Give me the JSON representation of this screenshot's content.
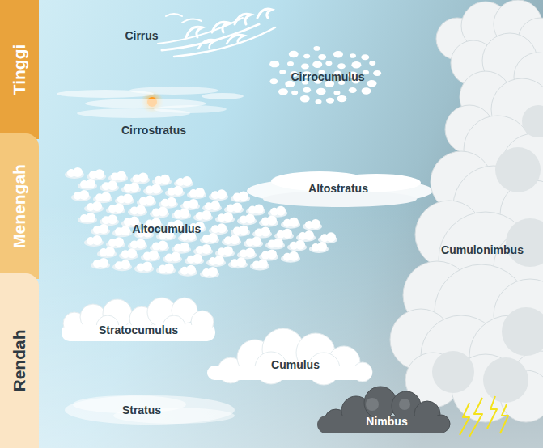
{
  "diagram": {
    "nodes": [
      {
        "text": [
          "Tinggi"
        ]
      },
      {
        "text": [
          "Menengah"
        ]
      },
      {
        "text": [
          "Rendah"
        ]
      }
    ],
    "labels": [
      "Cirrus",
      "Cirrocumulus",
      "Cirrostratus",
      "Altostratus",
      "Altocumulus",
      "Cumulonimbus",
      "Stratocumulus",
      "Cumulus",
      "Stratus",
      "Nimbus"
    ]
  }
}
